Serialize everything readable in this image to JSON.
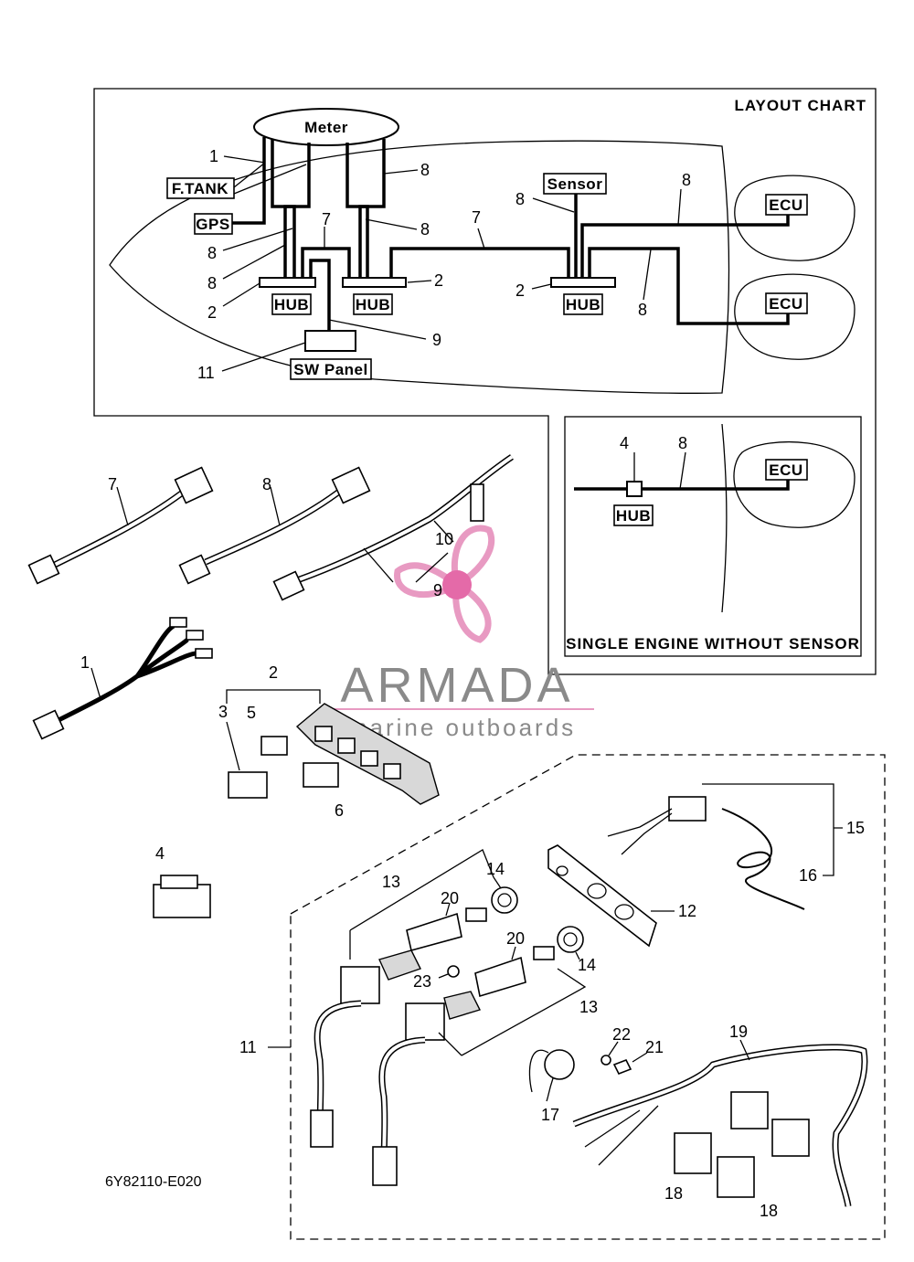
{
  "layout_chart": {
    "title": "LAYOUT CHART",
    "components": {
      "meter": "Meter",
      "fuel_tank": "F.TANK",
      "gps": "GPS",
      "sensor": "Sensor",
      "hub": "HUB",
      "ecu": "ECU",
      "sw_panel": "SW Panel"
    }
  },
  "inset": {
    "title": "SINGLE ENGINE WITHOUT SENSOR",
    "hub": "HUB",
    "ecu": "ECU"
  },
  "callouts": [
    "1",
    "2",
    "3",
    "4",
    "5",
    "6",
    "7",
    "8",
    "9",
    "10",
    "11",
    "12",
    "13",
    "14",
    "15",
    "16",
    "17",
    "18",
    "19",
    "20",
    "21",
    "22",
    "23"
  ],
  "watermark": {
    "brand": "ARMADA",
    "tagline": "marine outboards"
  },
  "diagram_code": "6Y82110-E020"
}
